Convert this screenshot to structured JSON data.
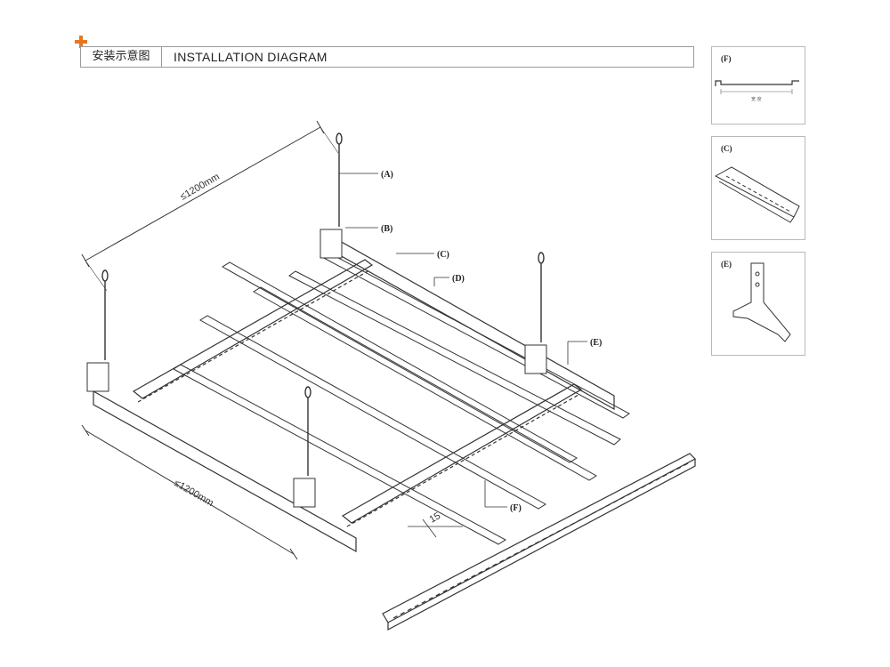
{
  "header": {
    "tag_label": "安装示意图",
    "title": "INSTALLATION DIAGRAM",
    "accent_color": "#e8761e"
  },
  "callouts": [
    {
      "id": "A",
      "label": "(A)"
    },
    {
      "id": "B",
      "label": "(B)"
    },
    {
      "id": "C",
      "label": "(C)"
    },
    {
      "id": "D",
      "label": "(D)"
    },
    {
      "id": "E",
      "label": "(E)"
    },
    {
      "id": "F",
      "label": "(F)"
    }
  ],
  "dimensions": {
    "top_span": "≤1200mm",
    "bottom_span": "≤1200mm",
    "gap": "15"
  },
  "details": [
    {
      "id": "F",
      "label": "(F)",
      "caption": "宽 度"
    },
    {
      "id": "C",
      "label": "(C)"
    },
    {
      "id": "E",
      "label": "(E)"
    }
  ]
}
